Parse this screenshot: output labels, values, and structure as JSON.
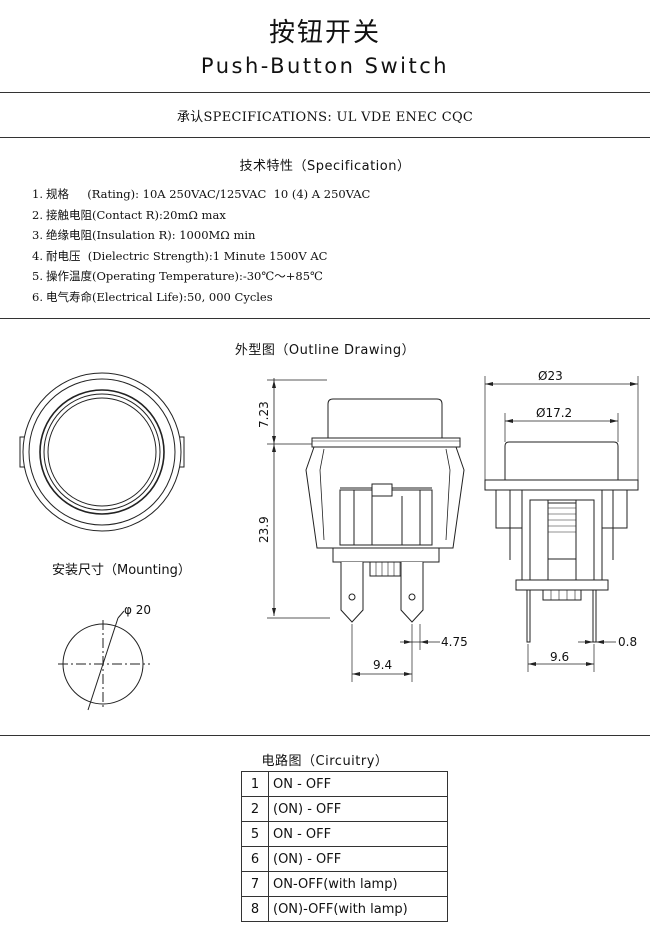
{
  "header": {
    "title_cn": "按钮开关",
    "title_en": "Push-Button Switch"
  },
  "approvals": "承认SPECIFICATIONS: UL VDE ENEC CQC",
  "specification": {
    "heading": "技术特性（Specification）",
    "items": [
      {
        "num": "1.",
        "text": "规格     (Rating): 10A 250VAC/125VAC  10 (4) A 250VAC"
      },
      {
        "num": "2.",
        "text": "接触电阻(Contact R):20mΩ max"
      },
      {
        "num": "3.",
        "text": "绝缘电阻(Insulation R): 1000MΩ min"
      },
      {
        "num": "4.",
        "text": "耐电压  (Dielectric Strength):1 Minute 1500V AC"
      },
      {
        "num": "5.",
        "text": "操作温度(Operating Temperature):-30℃～+85℃"
      },
      {
        "num": "6.",
        "text": "电气寿命(Electrical Life):50, 000 Cycles"
      }
    ]
  },
  "outline": {
    "heading": "外型图（Outline Drawing）",
    "mounting_label": "安装尺寸（Mounting）",
    "dimensions": {
      "mount_diameter": "φ 20",
      "cap_height": "7.23",
      "body_height": "23.9",
      "pin_width": "4.75",
      "pin_spacing": "9.4",
      "outer_diameter": "Ø23",
      "inner_diameter": "Ø17.2",
      "pin_thickness": "0.8",
      "pin_spacing_side": "9.6"
    }
  },
  "circuitry": {
    "heading": "电路图（Circuitry）",
    "rows": [
      {
        "num": "1",
        "desc": "ON -  OFF"
      },
      {
        "num": "2",
        "desc": "(ON) - OFF"
      },
      {
        "num": "5",
        "desc": " ON - OFF"
      },
      {
        "num": "6",
        "desc": "(ON) - OFF"
      },
      {
        "num": "7",
        "desc": " ON-OFF(with lamp)"
      },
      {
        "num": "8",
        "desc": "(ON)-OFF(with lamp)"
      }
    ]
  }
}
